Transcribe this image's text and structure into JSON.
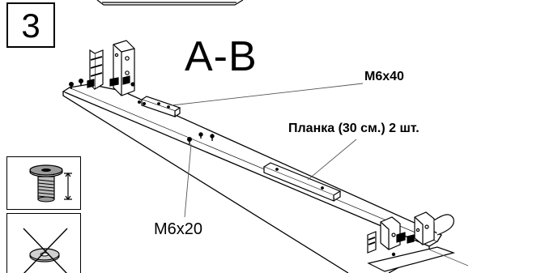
{
  "step": {
    "number": "3"
  },
  "title": "A-B",
  "labels": {
    "bolt_long": "M6x40",
    "slat": "Планка (30 см.)  2 шт.",
    "bolt_short": "M6x20"
  },
  "icons": {
    "allowed_hardware": "screw-adjuster-icon",
    "forbidden_hardware": "crossed-out-washer-icon"
  },
  "colors": {
    "line": "#000000",
    "background": "#ffffff"
  }
}
